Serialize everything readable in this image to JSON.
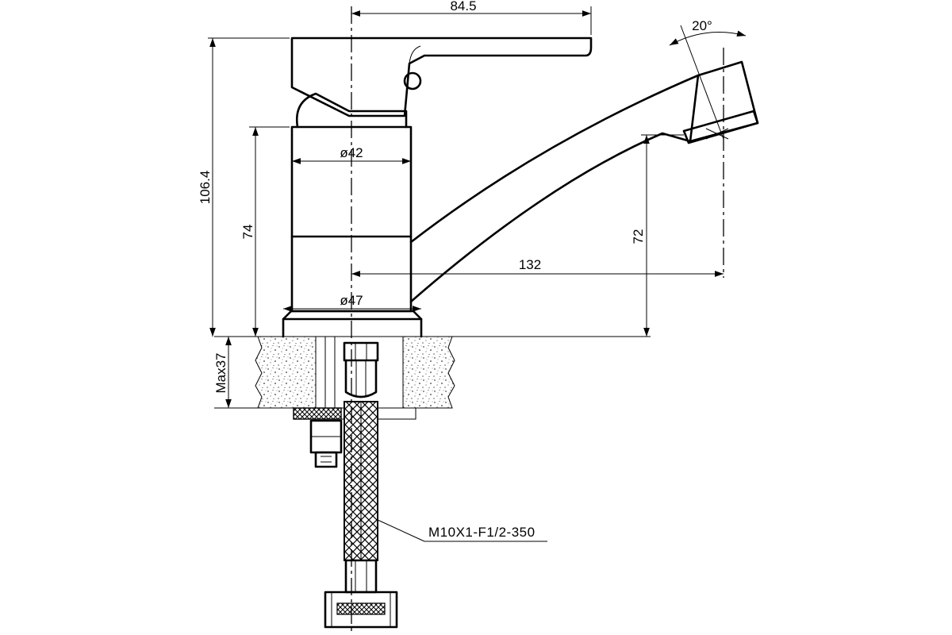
{
  "dimensions": {
    "handle_reach": "84.5",
    "total_height": "106.4",
    "body_height": "74",
    "body_diameter": "ø42",
    "base_diameter": "ø47",
    "spout_reach": "132",
    "spout_height": "72",
    "spout_angle": "20°",
    "max_countertop_thickness": "Max37"
  },
  "callouts": {
    "hose_spec": "M10X1-F1/2-350"
  }
}
